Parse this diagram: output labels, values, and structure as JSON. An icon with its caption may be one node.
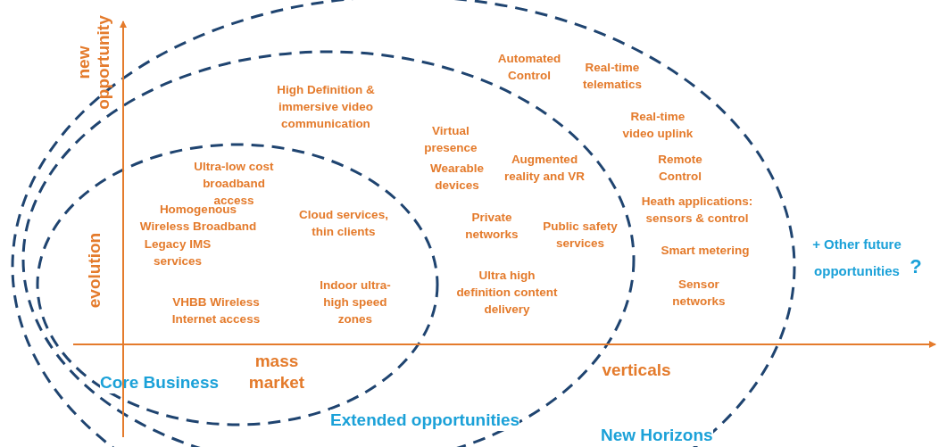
{
  "diagram": {
    "nodes": [
      {
        "text": [
          "Core Business"
        ],
        "in": 1
      },
      {
        "text": [
          "Extended opportunities"
        ],
        "in": 2
      },
      {
        "text": [
          "New Horizons"
        ]
      }
    ],
    "labels": [
      "new opportunity",
      "Automated Control",
      "Real-time telematics",
      "High Definition & immersive video communication",
      "Real-time video uplink",
      "Virtual presence",
      "Wearable devices",
      "Augmented reality and VR",
      "Remote Control",
      "Ultra-low cost broadband access",
      "Homogenous Wireless Broadband",
      "Cloud services, thin clients",
      "Private networks",
      "Heath applications: sensors & control",
      "Public safety services",
      "evolution",
      "Legacy IMS services",
      "+ Other future opportunities",
      "?",
      "Smart metering",
      "Indoor ultra-high speed zones",
      "Ultra high definition content delivery",
      "Sensor networks",
      "VHBB Wireless Internet access",
      "mass market",
      "verticals"
    ]
  }
}
